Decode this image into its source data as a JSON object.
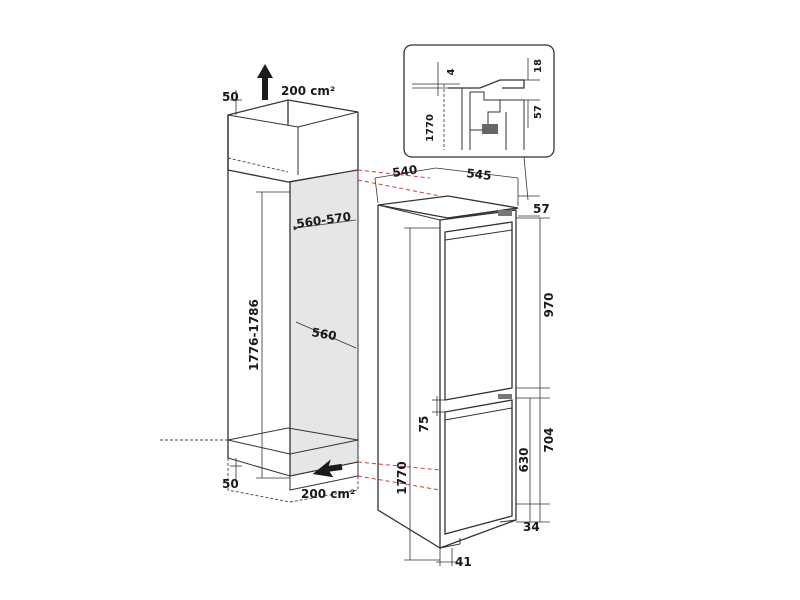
{
  "labels": {
    "vent_top_offset": "50",
    "vent_top_area": "200 cm²",
    "vent_bottom_offset": "50",
    "vent_bottom_area": "200 cm²",
    "niche_width": "560-570",
    "niche_depth": "560",
    "niche_height": "1776-1786",
    "depth_540": "540",
    "width_545": "545",
    "top_57": "57",
    "fridge_door": "970",
    "gap_75": "75",
    "freezer_door": "630",
    "freezer_704": "704",
    "height_1770": "1770",
    "foot_34": "34",
    "bottom_41": "41"
  },
  "detail": {
    "d4": "4",
    "d18": "18",
    "d57": "57",
    "d1770": "1770"
  },
  "colors": {
    "line": "#333333",
    "accent": "#d23a3a",
    "inner": "#e6e6e6"
  }
}
